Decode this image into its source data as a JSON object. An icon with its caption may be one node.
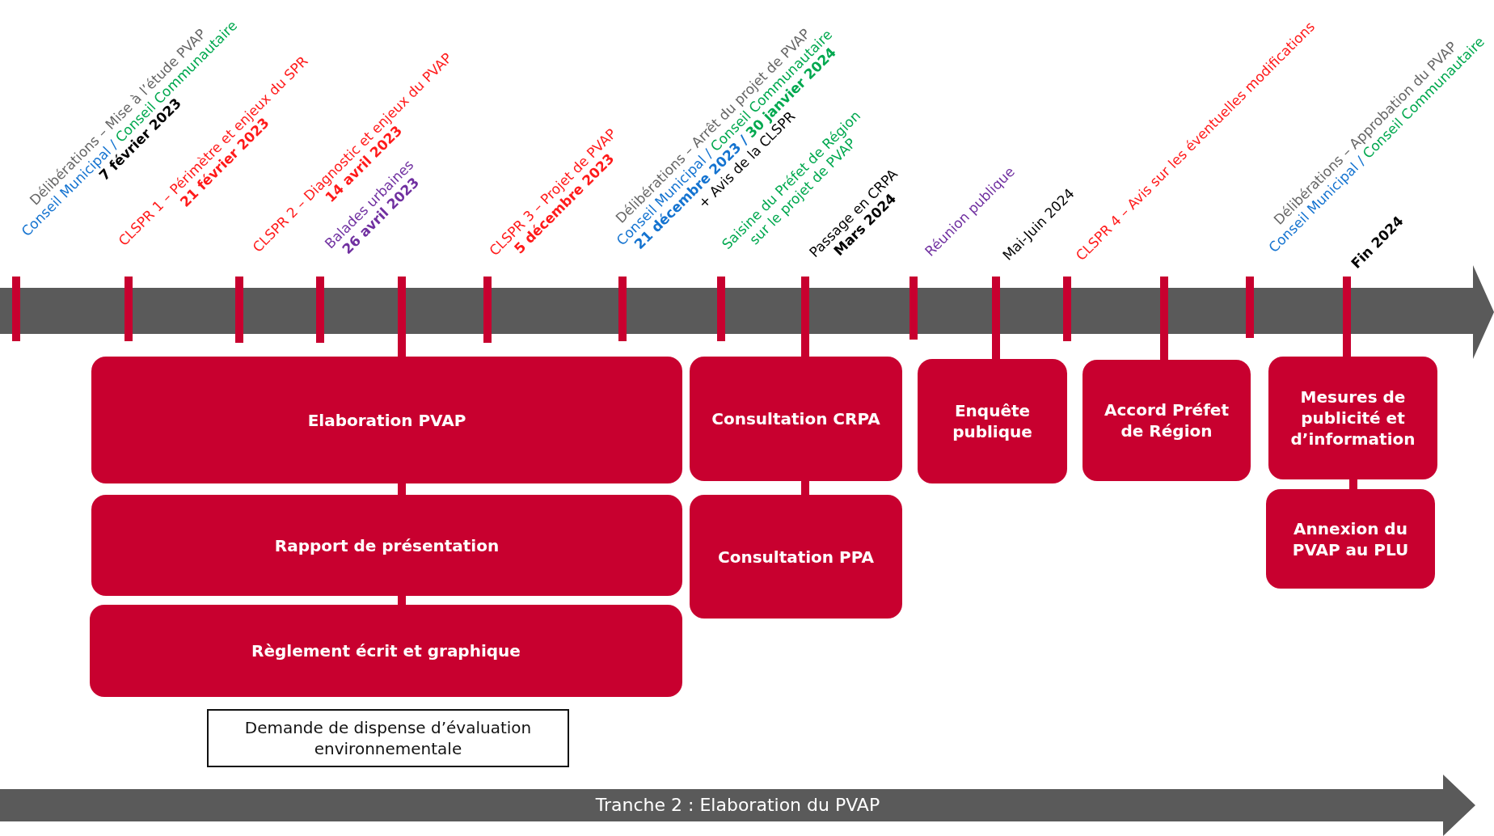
{
  "diagram": {
    "nodes": [
      {
        "text": [
          "Elaboration PVAP"
        ]
      },
      {
        "text": [
          "Rapport de présentation"
        ]
      },
      {
        "text": [
          "Règlement écrit et graphique"
        ]
      },
      {
        "text": [
          "Demande de dispense d’évaluation environnementale"
        ]
      },
      {
        "text": [
          "Consultation CRPA"
        ]
      },
      {
        "text": [
          "Consultation PPA"
        ]
      },
      {
        "text": [
          "Enquête publique"
        ]
      },
      {
        "text": [
          "Accord Préfet de Région"
        ]
      },
      {
        "text": [
          "Mesures de publicité et d’information"
        ]
      },
      {
        "text": [
          "Annexion du PVAP au PLU"
        ]
      },
      {
        "text": [
          "Tranche 2 : Elaboration du PVAP"
        ]
      }
    ],
    "edges": [
      {
        "from": 0,
        "to": 1,
        "arrow": "none"
      },
      {
        "from": 1,
        "to": 2,
        "arrow": "none"
      },
      {
        "from": 4,
        "to": 5,
        "arrow": "none"
      },
      {
        "from": 8,
        "to": 9,
        "arrow": "none"
      }
    ],
    "labels": [
      "Délibérations – Mise à l’étude PVAP",
      "Conseil Municipal /",
      "Conseil Communautaire",
      "7 février 2023",
      "CLSPR 1 – Périmètre et enjeux du SPR",
      "21 février 2023",
      "CLSPR 2 – Diagnostic et enjeux du PVAP",
      "14 avril 2023",
      "Balades urbaines",
      "26 avril 2023",
      "CLSPR 3 – Projet de PVAP",
      "5 décembre 2023",
      "Délibérations – Arrêt du projet de PVAP",
      "Conseil Municipal /",
      "Conseil Communautaire",
      "21 décembre 2023 /",
      "30 janvier 2024",
      "+ Avis de la CLSPR",
      "Saisine du Préfet de Région sur le projet de PVAP",
      "Passage en CRPA",
      "Mars 2024",
      "Réunion publique",
      "Mai-Juin 2024",
      "CLSPR 4 – Avis sur les éventuelles modifications",
      "Délibérations – Approbation du PVAP",
      "Conseil Municipal /",
      "Conseil Communautaire",
      "Fin 2024"
    ]
  }
}
